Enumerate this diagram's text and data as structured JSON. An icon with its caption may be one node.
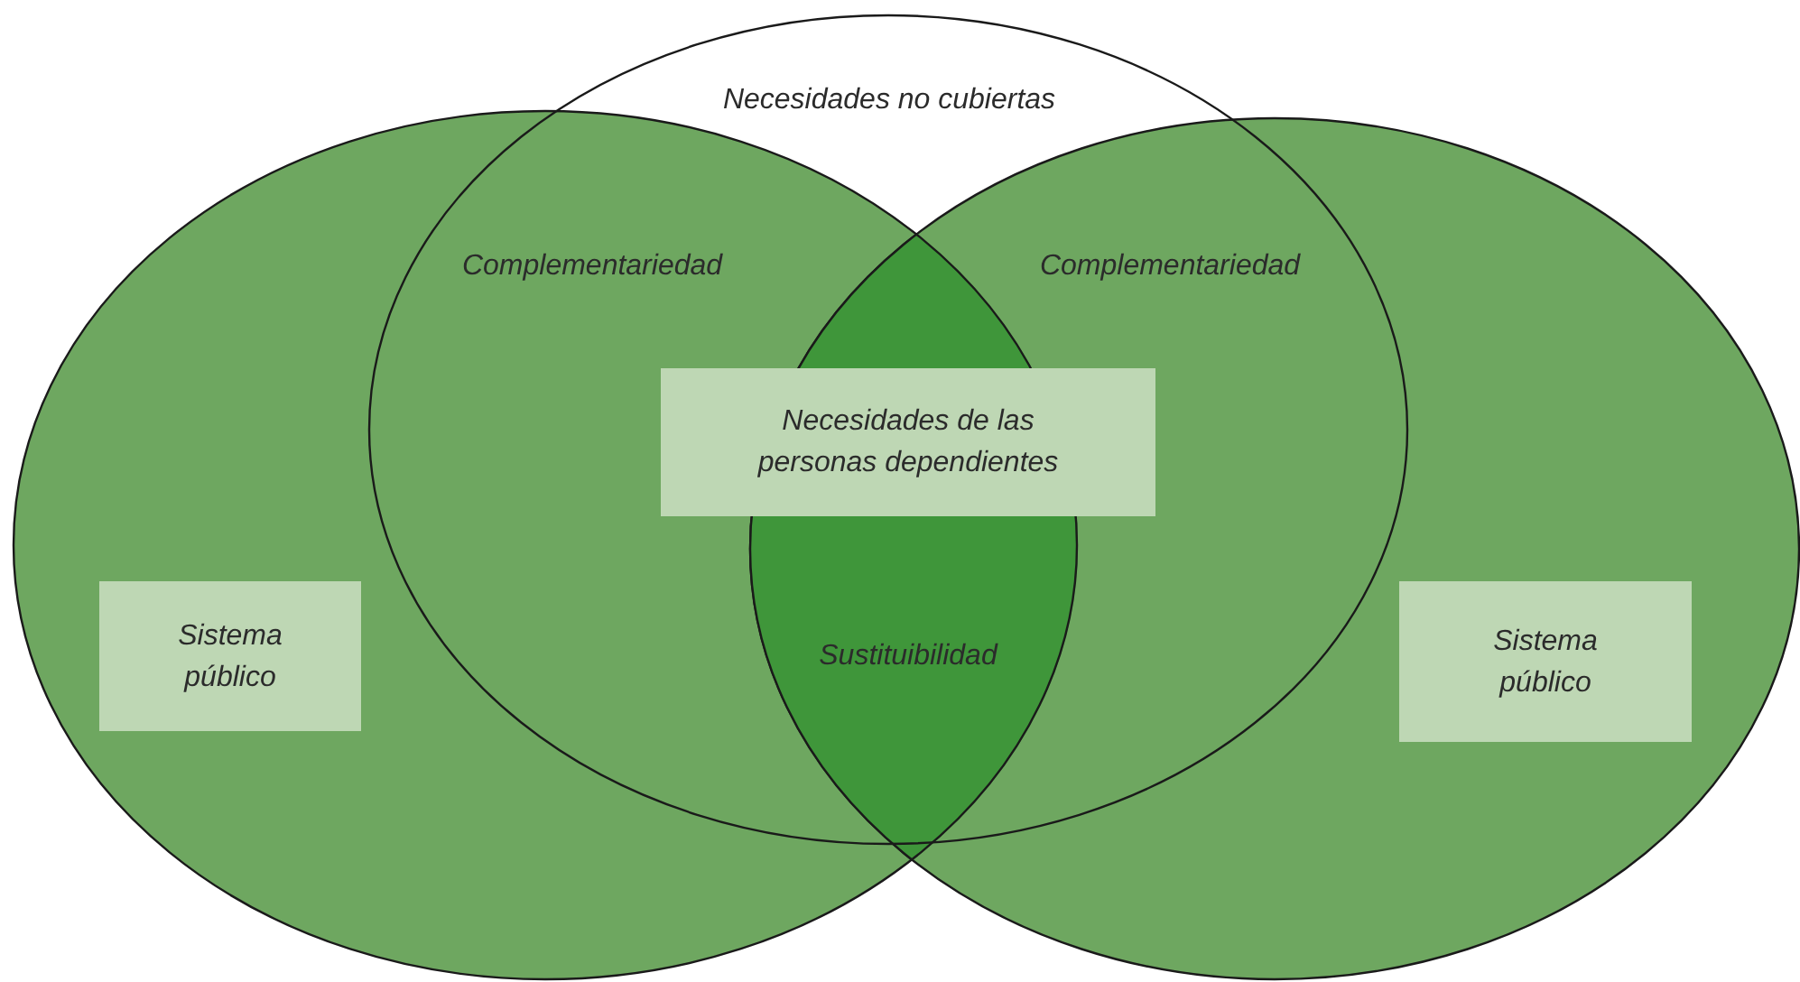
{
  "diagram": {
    "nodes": [
      {
        "text": [
          "Necesidades no cubiertas"
        ]
      },
      {
        "text": [],
        "shape": "ellipse"
      },
      {
        "text": [],
        "shape": "ellipse"
      },
      {
        "text": [
          "Necesidades de las personas dependientes"
        ]
      },
      {
        "text": [
          "Sistema público"
        ],
        "in": 1
      },
      {
        "text": [
          "Sistema público"
        ],
        "in": 2
      }
    ],
    "edges": [],
    "labels": [
      "Complementariedad",
      "Complementariedad",
      "Sustituibilidad"
    ]
  }
}
